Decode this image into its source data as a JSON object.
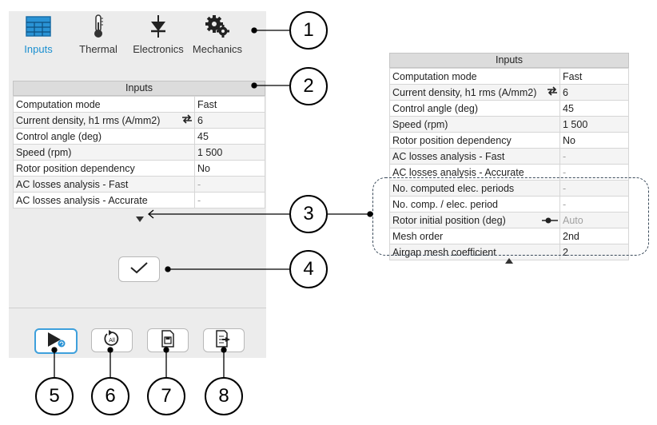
{
  "tabs": [
    {
      "label": "Inputs",
      "icon": "table-grid-icon",
      "active": true
    },
    {
      "label": "Thermal",
      "icon": "thermometer-icon",
      "active": false
    },
    {
      "label": "Electronics",
      "icon": "diode-icon",
      "active": false
    },
    {
      "label": "Mechanics",
      "icon": "gears-icon",
      "active": false
    }
  ],
  "left_table": {
    "header": "Inputs",
    "rows": [
      {
        "name": "Computation mode",
        "value": "Fast"
      },
      {
        "name": "Current density, h1 rms (A/mm2)",
        "value": "6"
      },
      {
        "name": "Control angle (deg)",
        "value": "45"
      },
      {
        "name": "Speed (rpm)",
        "value": "1 500"
      },
      {
        "name": "Rotor position dependency",
        "value": "No"
      },
      {
        "name": "AC losses analysis - Fast",
        "value": "-"
      },
      {
        "name": "AC losses analysis - Accurate",
        "value": "-"
      }
    ]
  },
  "right_table": {
    "header": "Inputs",
    "rows": [
      {
        "name": "Computation mode",
        "value": "Fast"
      },
      {
        "name": "Current density, h1 rms (A/mm2)",
        "value": "6"
      },
      {
        "name": "Control angle (deg)",
        "value": "45"
      },
      {
        "name": "Speed (rpm)",
        "value": "1 500"
      },
      {
        "name": "Rotor position dependency",
        "value": "No"
      },
      {
        "name": "AC losses analysis - Fast",
        "value": "-"
      },
      {
        "name": "AC losses analysis - Accurate",
        "value": "-"
      },
      {
        "name": "No. computed elec. periods",
        "value": "-"
      },
      {
        "name": "No. comp. / elec. period",
        "value": "-"
      },
      {
        "name": "Rotor initial position (deg)",
        "value": "Auto"
      },
      {
        "name": "Mesh order",
        "value": "2nd"
      },
      {
        "name": "Airgap mesh coefficient",
        "value": "2"
      }
    ]
  },
  "toolbar": {
    "run_icon": "run-icon",
    "reset_all_icon": "reset-all-icon",
    "save_icon": "save-document-icon",
    "export_icon": "export-icon",
    "reset_all_label": "All"
  },
  "callouts": [
    "1",
    "2",
    "3",
    "4",
    "5",
    "6",
    "7",
    "8"
  ],
  "colors": {
    "accent": "#1a8fd0",
    "panel": "#ececec",
    "header": "#dcdcdc"
  }
}
